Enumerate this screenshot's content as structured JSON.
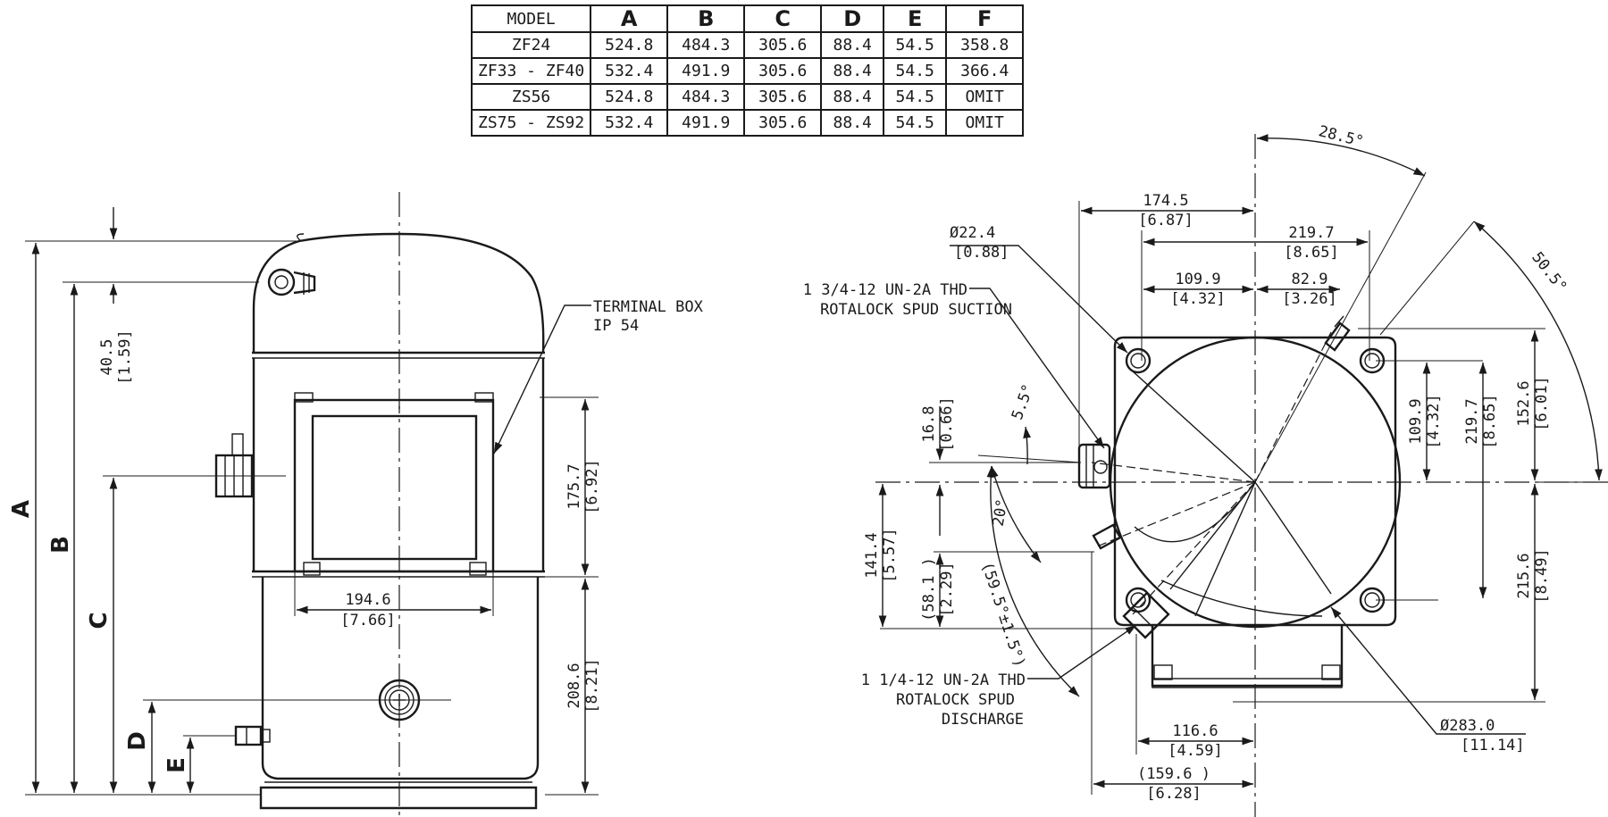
{
  "table": {
    "headers": [
      "MODEL",
      "A",
      "B",
      "C",
      "D",
      "E",
      "F"
    ],
    "rows": [
      [
        "ZF24",
        "524.8",
        "484.3",
        "305.6",
        "88.4",
        "54.5",
        "358.8"
      ],
      [
        "ZF33 - ZF40",
        "532.4",
        "491.9",
        "305.6",
        "88.4",
        "54.5",
        "366.4"
      ],
      [
        "ZS56",
        "524.8",
        "484.3",
        "305.6",
        "88.4",
        "54.5",
        "OMIT"
      ],
      [
        "ZS75 - ZS92",
        "532.4",
        "491.9",
        "305.6",
        "88.4",
        "54.5",
        "OMIT"
      ]
    ]
  },
  "front_view": {
    "letters": {
      "a": "A",
      "b": "B",
      "c": "C",
      "d": "D",
      "e": "E"
    },
    "dim_40_5": {
      "mm": "40.5",
      "in": "[1.59]"
    },
    "dim_175_7": {
      "mm": "175.7",
      "in": "[6.92]"
    },
    "dim_208_6": {
      "mm": "208.6",
      "in": "[8.21]"
    },
    "dim_194_6": {
      "mm": "194.6",
      "in": "[7.66]"
    },
    "terminal_box": [
      "TERMINAL BOX",
      "IP 54"
    ]
  },
  "top_view": {
    "angle_28_5": "28.5°",
    "angle_50_5": "50.5°",
    "angle_5_5": "5.5°",
    "angle_20": "20°",
    "angle_59_5": "(59.5°±1.5°)",
    "dia_22_4": {
      "mm": "Ø22.4",
      "in": "[0.88]"
    },
    "suction_label": [
      "1 3/4-12 UN-2A THD",
      "ROTALOCK SPUD SUCTION"
    ],
    "discharge_label": [
      "1 1/4-12 UN-2A THD",
      "ROTALOCK SPUD",
      "DISCHARGE"
    ],
    "dim_174_5": {
      "mm": "174.5",
      "in": "[6.87]"
    },
    "dim_219_7_top": {
      "mm": "219.7",
      "in": "[8.65]"
    },
    "dim_109_9_top": {
      "mm": "109.9",
      "in": "[4.32]"
    },
    "dim_82_9": {
      "mm": "82.9",
      "in": "[3.26]"
    },
    "dim_16_8": {
      "mm": "16.8",
      "in": "[0.66]"
    },
    "dim_141_4": {
      "mm": "141.4",
      "in": "[5.57]"
    },
    "dim_58_1": {
      "mm": "(58.1 )",
      "in": "[2.29]"
    },
    "dim_109_9_right": {
      "mm": "109.9",
      "in": "[4.32]"
    },
    "dim_219_7_right": {
      "mm": "219.7",
      "in": "[8.65]"
    },
    "dim_152_6": {
      "mm": "152.6",
      "in": "[6.01]"
    },
    "dim_215_6": {
      "mm": "215.6",
      "in": "[8.49]"
    },
    "dim_116_6": {
      "mm": "116.6",
      "in": "[4.59]"
    },
    "dim_159_6": {
      "mm": "(159.6 )",
      "in": "[6.28]"
    },
    "dia_283": {
      "mm": "Ø283.0",
      "in": "[11.14]"
    }
  }
}
